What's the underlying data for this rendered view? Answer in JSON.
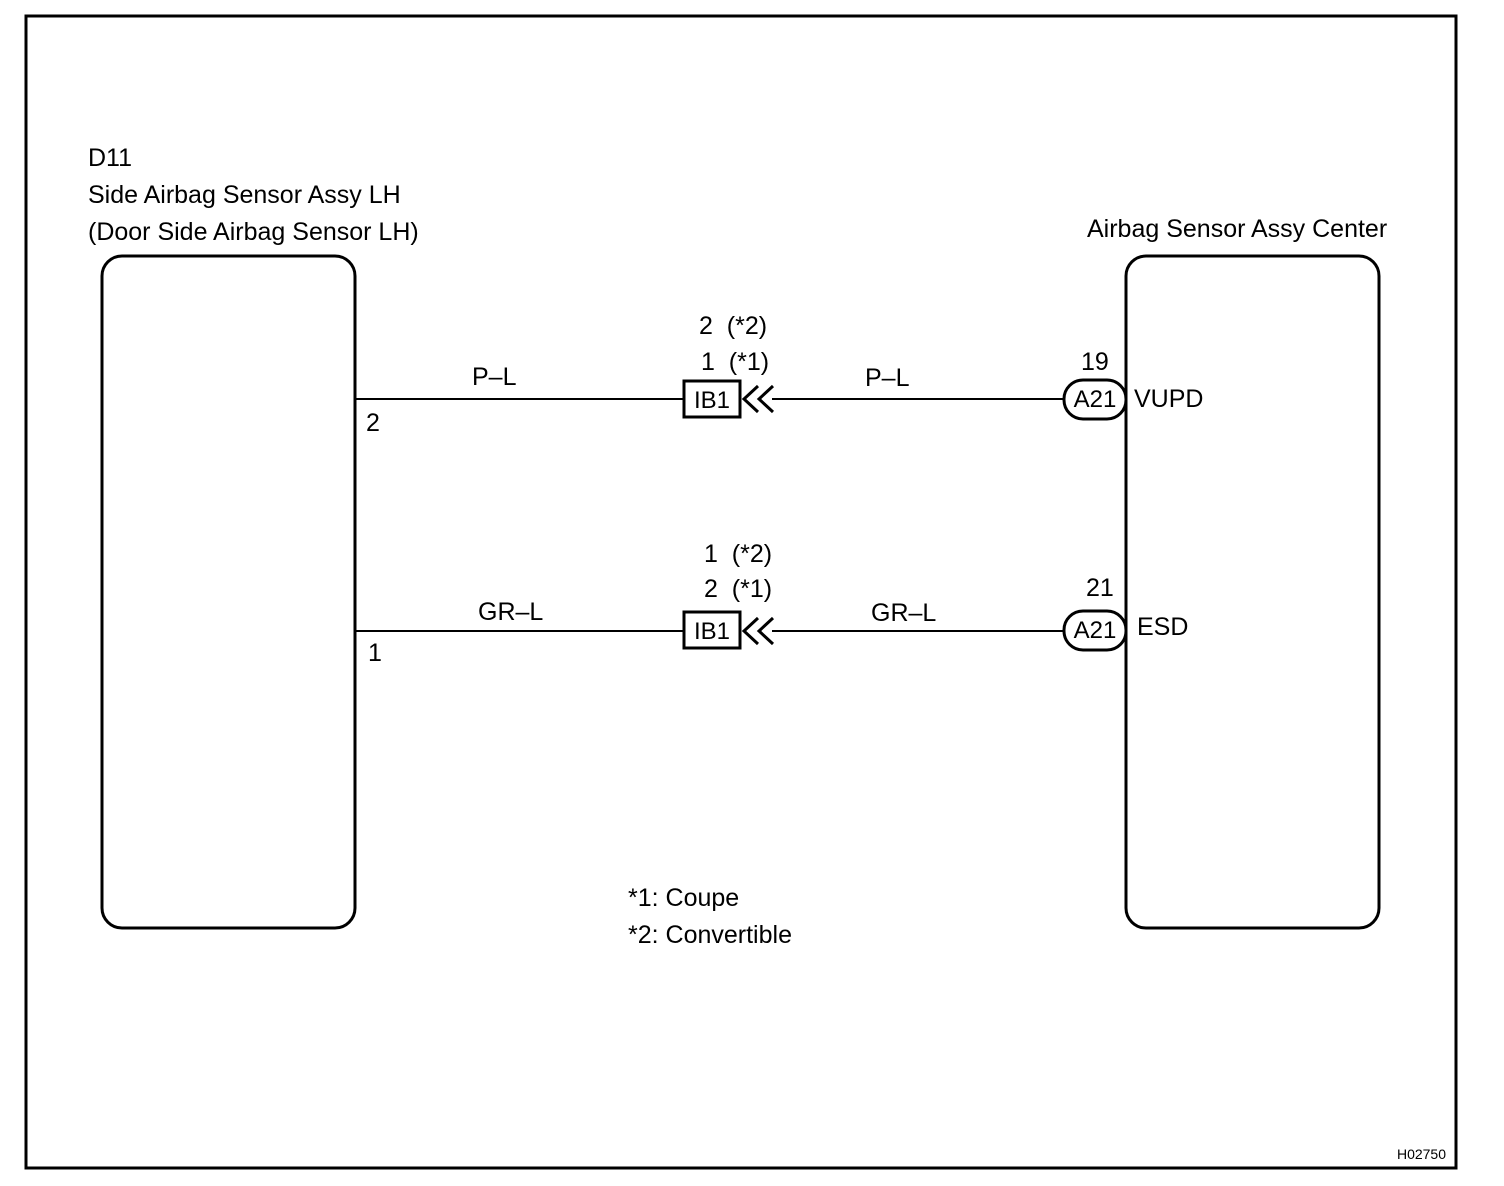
{
  "left_component": {
    "code": "D11",
    "name": "Side Airbag Sensor Assy LH",
    "alt_name": "(Door Side Airbag Sensor LH)"
  },
  "right_component": {
    "name": "Airbag Sensor Assy Center"
  },
  "circuits": [
    {
      "left_pin": "2",
      "wire_color_left": "P–L",
      "wire_color_right": "P–L",
      "junction": "IB1",
      "junction_pin_line1": "2  (*2)",
      "junction_pin_line2": "1  (*1)",
      "ecu_connector": "A21",
      "ecu_pin": "19",
      "signal": "VUPD"
    },
    {
      "left_pin": "1",
      "wire_color_left": "GR–L",
      "wire_color_right": "GR–L",
      "junction": "IB1",
      "junction_pin_line1": "1  (*2)",
      "junction_pin_line2": "2  (*1)",
      "ecu_connector": "A21",
      "ecu_pin": "21",
      "signal": "ESD"
    }
  ],
  "notes": [
    "*1: Coupe",
    "*2: Convertible"
  ],
  "figure_id": "H02750"
}
